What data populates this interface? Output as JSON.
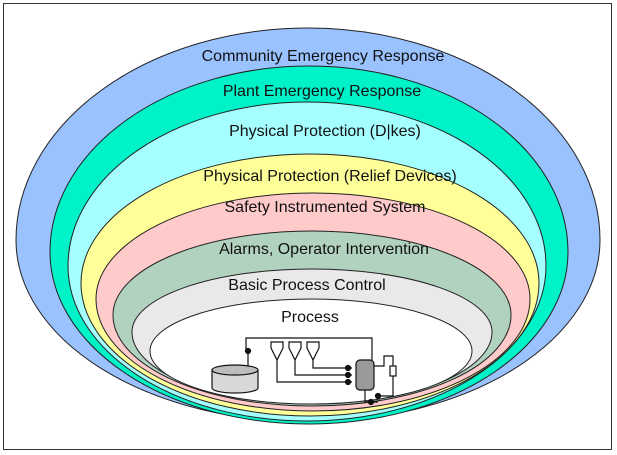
{
  "diagram": {
    "layers": [
      {
        "label": "Community Emergency Response",
        "color": "#99c2ff"
      },
      {
        "label": "Plant Emergency Response",
        "color": "#00f2c8"
      },
      {
        "label": "Physical Protection (D|kes)",
        "color": "#a6ffff"
      },
      {
        "label": "Physical Protection (Relief Devices)",
        "color": "#ffff99"
      },
      {
        "label": "Safety Instrumented System",
        "color": "#ffcaca"
      },
      {
        "label": "Alarms, Operator Intervention",
        "color": "#b2d2c0"
      },
      {
        "label": "Basic Process Control",
        "color": "#e9e9e9"
      },
      {
        "label": "Process",
        "color": "#ffffff"
      }
    ]
  }
}
